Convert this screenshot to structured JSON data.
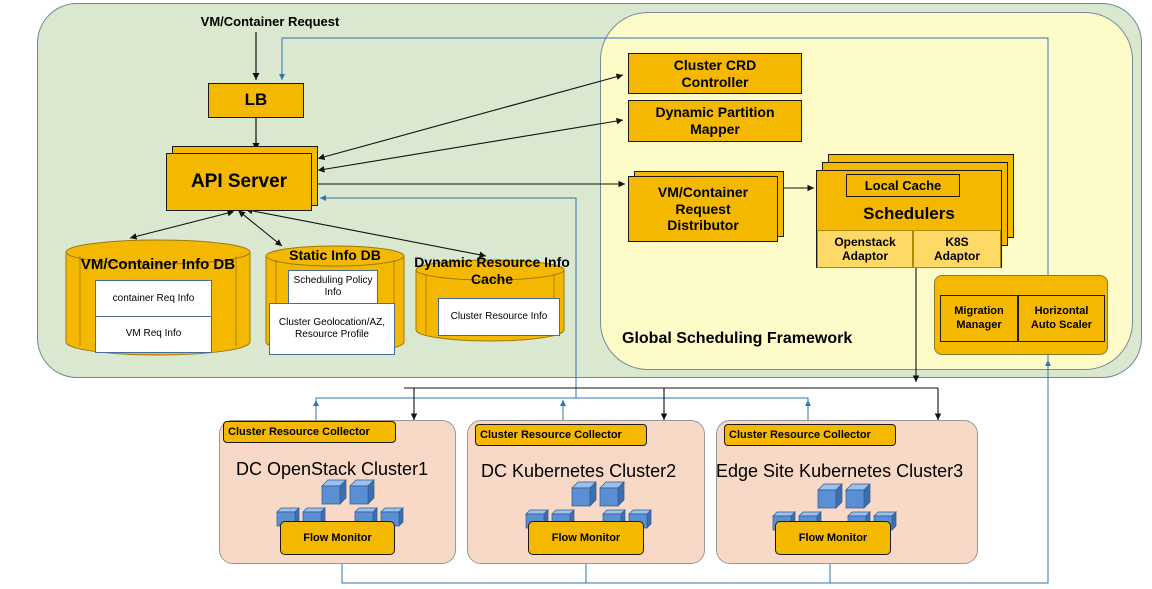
{
  "request_label": "VM/Container Request",
  "lb_label": "LB",
  "api_server_label": "API Server",
  "crd_controller_label": "Cluster CRD Controller",
  "partition_mapper_label": "Dynamic Partition Mapper",
  "request_distributor_label": "VM/Container Request Distributor",
  "local_cache_label": "Local Cache",
  "schedulers_label": "Schedulers",
  "openstack_adaptor_label": "Openstack Adaptor",
  "k8s_adaptor_label": "K8S Adaptor",
  "framework_label": "Global Scheduling Framework",
  "migration_manager_label": "Migration Manager",
  "auto_scaler_label": "Horizontal Auto Scaler",
  "vm_info_db": {
    "title": "VM/Container Info DB",
    "items": [
      "container Req Info",
      "VM Req  Info"
    ]
  },
  "static_info_db": {
    "title": "Static Info DB",
    "items": [
      "Scheduling Policy Info",
      "Cluster Geolocation/AZ, Resource Profile"
    ]
  },
  "dynamic_cache": {
    "title": "Dynamic Resource Info Cache",
    "items": [
      "Cluster Resource Info"
    ]
  },
  "clusters": [
    {
      "title": "DC OpenStack Cluster1",
      "collector": "Cluster Resource Collector",
      "monitor": "Flow Monitor"
    },
    {
      "title": "DC Kubernetes Cluster2",
      "collector": "Cluster Resource Collector",
      "monitor": "Flow Monitor"
    },
    {
      "title": "Edge Site Kubernetes Cluster3",
      "collector": "Cluster Resource Collector",
      "monitor": "Flow Monitor"
    }
  ],
  "colors": {
    "outer_panel": "#d9e8cf",
    "framework_panel": "#fdfbc8",
    "component": "#f5b800",
    "cluster_bg": "#f8d8c6",
    "cube": "#5b8fd4",
    "blue_line": "#2e75b6"
  }
}
